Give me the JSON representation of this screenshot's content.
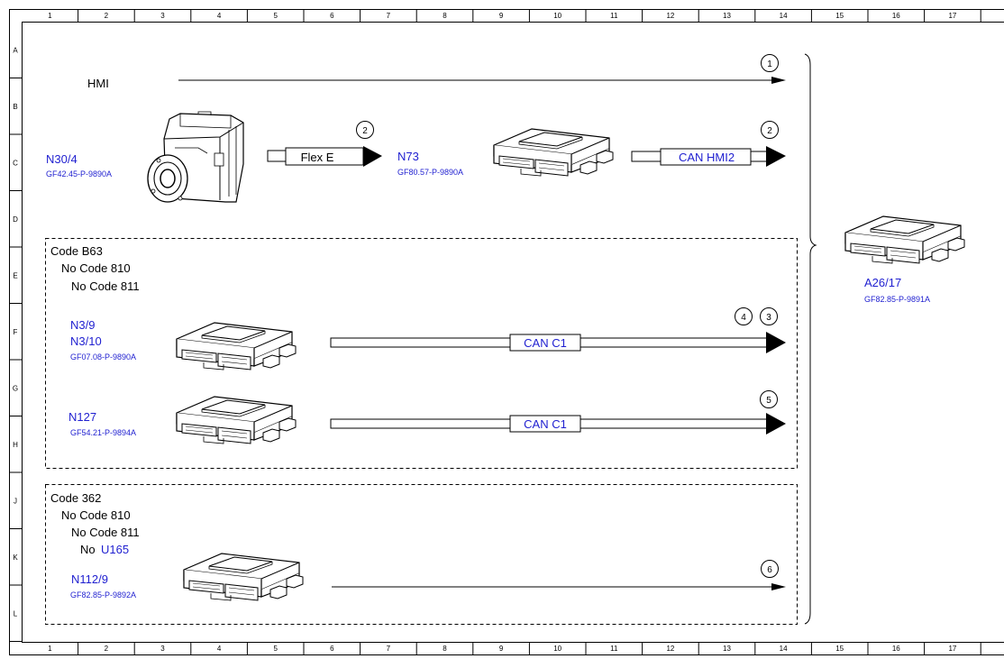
{
  "ruler": {
    "columns": [
      "1",
      "2",
      "3",
      "4",
      "5",
      "6",
      "7",
      "8",
      "9",
      "10",
      "11",
      "12",
      "13",
      "14",
      "15",
      "16",
      "17"
    ],
    "rows": [
      "A",
      "B",
      "C",
      "D",
      "E",
      "F",
      "G",
      "H",
      "J",
      "K",
      "L"
    ]
  },
  "hmi_label": "HMI",
  "circles": {
    "c1": "1",
    "c2a": "2",
    "c2b": "2",
    "c4": "4",
    "c3": "3",
    "c5": "5",
    "c6": "6"
  },
  "bus": {
    "flex_e": "Flex E",
    "can_hmi2": "CAN HMI2",
    "can_c1_a": "CAN C1",
    "can_c1_b": "CAN C1"
  },
  "components": {
    "n30_4": {
      "id": "N30/4",
      "ref": "GF42.45-P-9890A"
    },
    "n73": {
      "id": "N73",
      "ref": "GF80.57-P-9890A"
    },
    "a26_17": {
      "id": "A26/17",
      "ref": "GF82.85-P-9891A"
    },
    "n3_9": {
      "id": "N3/9",
      "id2": "N3/10",
      "ref": "GF07.08-P-9890A"
    },
    "n127": {
      "id": "N127",
      "ref": "GF54.21-P-9894A"
    },
    "n112_9": {
      "id": "N112/9",
      "ref": "GF82.85-P-9892A"
    }
  },
  "group1": {
    "line1": "Code B63",
    "line2": "No Code 810",
    "line3": "No Code 811"
  },
  "group2": {
    "line1": "Code 362",
    "line2": "No Code 810",
    "line3": "No Code 811",
    "line4_prefix": "No",
    "line4_code": "U165"
  }
}
